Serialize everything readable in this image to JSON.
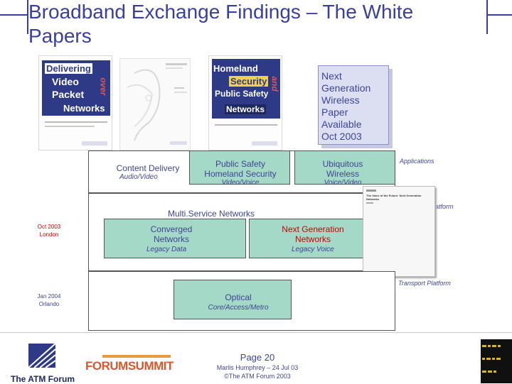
{
  "title": "Broadband Exchange Findings – The White Papers",
  "covers": {
    "video": {
      "lines": [
        "Delivering",
        "Video",
        "Packet",
        "Networks"
      ],
      "side_words": [
        "over"
      ]
    },
    "homeland": {
      "lines": [
        "Homeland",
        "Security",
        "Public Safety",
        "Networks"
      ],
      "side_words": [
        "and"
      ]
    }
  },
  "note": {
    "lines": [
      "Next",
      "Generation",
      "Wireless",
      "Paper",
      "Available",
      "Oct 2003"
    ]
  },
  "applications": {
    "tag": "Applications",
    "items": [
      {
        "title": "Content Delivery",
        "sub": "Audio/Video"
      },
      {
        "title": "Public Safety Homeland Security",
        "sub": "Video/Voice"
      },
      {
        "title": "Ubiquitous Wireless",
        "sub": "Voice/Video"
      }
    ]
  },
  "services": {
    "tag": "Platform",
    "heading": "Multi.Service Networks",
    "items": [
      {
        "title": "Converged Networks",
        "sub": "Legacy Data"
      },
      {
        "title": "Next Generation Networks",
        "sub": "Legacy Voice"
      }
    ]
  },
  "transport": {
    "tag": "Transport Platform",
    "item": {
      "title": "Optical",
      "sub": "Core/Access/Metro"
    }
  },
  "events": [
    {
      "date": "Oct 2003",
      "place": "London"
    },
    {
      "date": "Jan 2004",
      "place": "Orlando"
    }
  ],
  "small_paper": {
    "lines": [
      "The Voice of the Future: Next Generation Networks"
    ]
  },
  "footer": {
    "page": "Page 20",
    "author": "Marlis Humphrey – 24 Jul 03",
    "copyright": "©The ATM Forum 2003",
    "logo_text": "The ATM Forum",
    "summit_text": "FORUMSUMMIT"
  },
  "colors": {
    "accent": "#3a3f9e",
    "box_green": "#a4d8c7",
    "red": "#cc0000"
  }
}
